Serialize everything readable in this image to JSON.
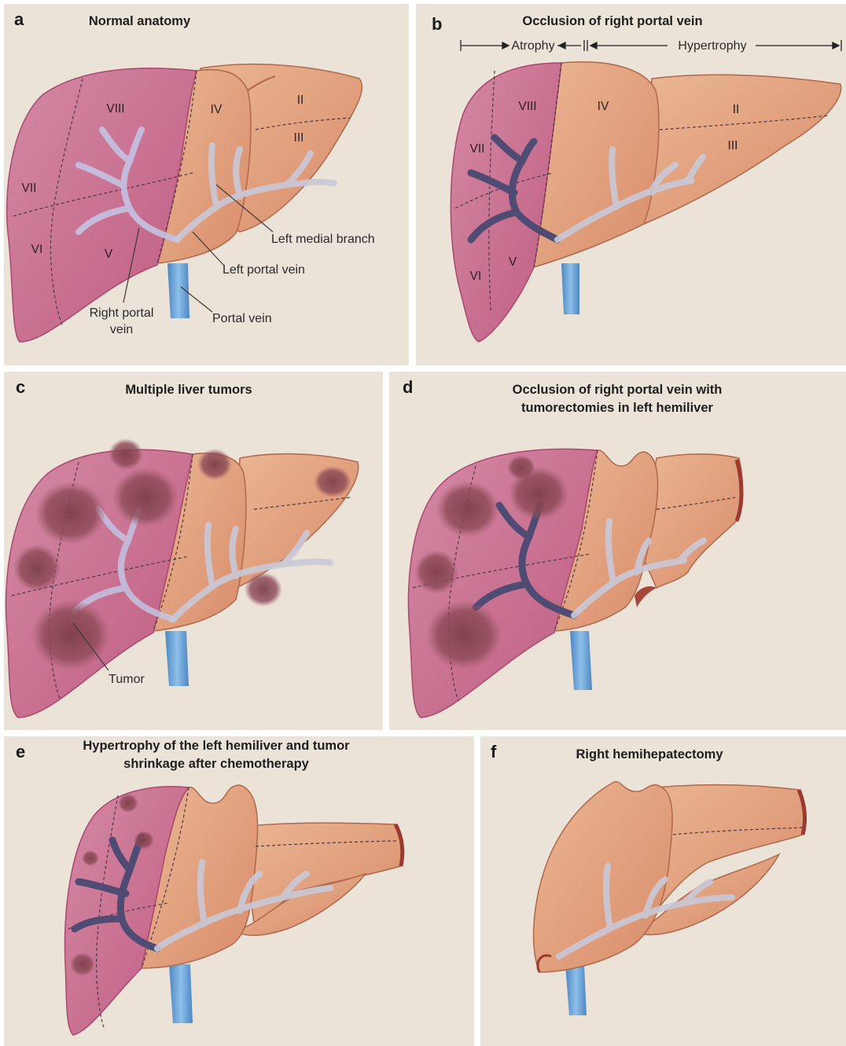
{
  "colors": {
    "background": "#ebe2d8",
    "right_lobe": "#c9708f",
    "left_lobe": "#e2a582",
    "portal_vein": "#6aa3d6",
    "occluded_vein": "#4e4a72",
    "tumor": "#8b4c55"
  },
  "panels": [
    {
      "letter": "a",
      "title": "Normal anatomy",
      "segments": [
        "VIII",
        "IV",
        "II",
        "III",
        "VII",
        "VI",
        "V"
      ],
      "labels": {
        "left_medial_branch": "Left medial branch",
        "left_portal_vein": "Left portal vein",
        "right_portal_vein": "Right portal vein",
        "portal_vein": "Portal vein"
      }
    },
    {
      "letter": "b",
      "title": "Occlusion of right portal vein",
      "segments": [
        "VIII",
        "IV",
        "II",
        "VII",
        "III",
        "V",
        "VI"
      ],
      "atrophy": "Atrophy",
      "hypertrophy": "Hypertrophy"
    },
    {
      "letter": "c",
      "title": "Multiple liver tumors",
      "labels": {
        "tumor": "Tumor"
      }
    },
    {
      "letter": "d",
      "title": "Occlusion of right portal vein with tumorectomies in left hemiliver"
    },
    {
      "letter": "e",
      "title": "Hypertrophy of the left hemiliver and tumor shrinkage after chemotherapy"
    },
    {
      "letter": "f",
      "title": "Right hemihepatectomy"
    }
  ]
}
